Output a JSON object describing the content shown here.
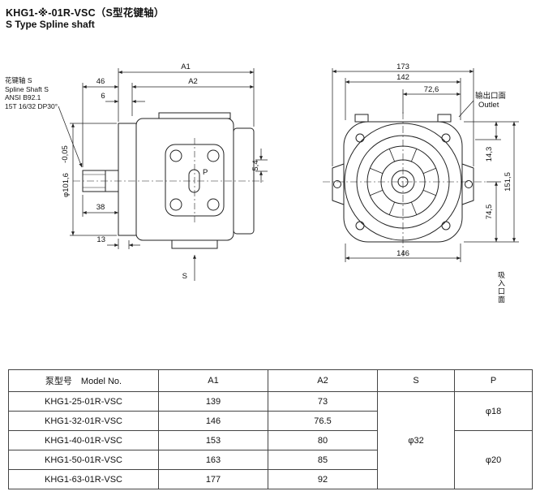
{
  "page": {
    "title": "KHG1-※-01R-VSC（S型花键轴）",
    "subtitle": "S Type Spline shaft"
  },
  "side_view": {
    "note": {
      "line1": "花键轴 S",
      "line2": "Spline Shaft S",
      "line3": "ANSI B92.1",
      "line4": "15T 16/32 DP30°"
    },
    "dims": {
      "a1": "A1",
      "a2": "A2",
      "d46": "46",
      "d6": "6",
      "d38": "38",
      "d13": "13",
      "d5_4": "5,4",
      "dphi": "φ101,6",
      "dphi_tol": "-0,05"
    },
    "ports": {
      "p": "P",
      "s": "S"
    }
  },
  "front_view": {
    "dims": {
      "d173": "173",
      "d142": "142",
      "d72_6": "72,6",
      "d14_3": "14,3",
      "d151_5": "151,5",
      "d74_5": "74,5",
      "d146": "146"
    },
    "labels": {
      "outlet_cn": "输出口面",
      "outlet_en": "Outlet",
      "inlet_cn": "吸入口面"
    }
  },
  "table": {
    "headers": {
      "model": "泵型号　Model No.",
      "a1": "A1",
      "a2": "A2",
      "s": "S",
      "p": "P"
    },
    "rows": [
      {
        "model": "KHG1-25-01R-VSC",
        "a1": "139",
        "a2": "73"
      },
      {
        "model": "KHG1-32-01R-VSC",
        "a1": "146",
        "a2": "76.5"
      },
      {
        "model": "KHG1-40-01R-VSC",
        "a1": "153",
        "a2": "80"
      },
      {
        "model": "KHG1-50-01R-VSC",
        "a1": "163",
        "a2": "85"
      },
      {
        "model": "KHG1-63-01R-VSC",
        "a1": "177",
        "a2": "92"
      }
    ],
    "s_shared": "φ32",
    "p_top": "φ18",
    "p_bottom": "φ20"
  }
}
